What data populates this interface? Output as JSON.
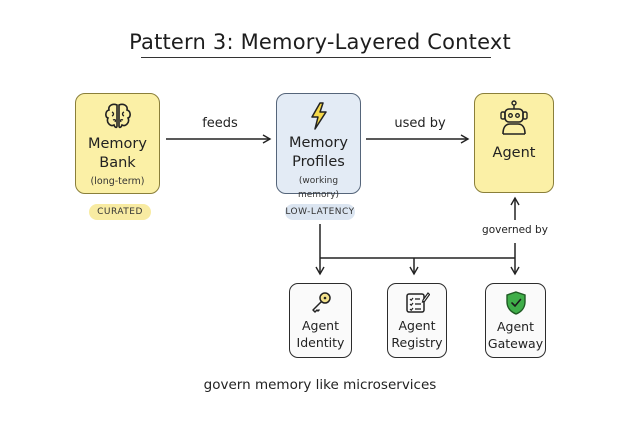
{
  "title": "Pattern 3: Memory-Layered Context",
  "nodes": {
    "memory_bank": {
      "label_line1": "Memory",
      "label_line2": "Bank",
      "sublabel": "(long-term)",
      "icon": "brain-icon",
      "badge": "CURATED"
    },
    "memory_profiles": {
      "label_line1": "Memory",
      "label_line2": "Profiles",
      "sublabel": "(working memory)",
      "icon": "lightning-icon",
      "badge": "LOW-LATENCY"
    },
    "agent": {
      "label": "Agent",
      "icon": "robot-icon"
    },
    "agent_identity": {
      "label_line1": "Agent",
      "label_line2": "Identity",
      "icon": "key-icon"
    },
    "agent_registry": {
      "label_line1": "Agent",
      "label_line2": "Registry",
      "icon": "checklist-icon"
    },
    "agent_gateway": {
      "label_line1": "Agent",
      "label_line2": "Gateway",
      "icon": "shield-check-icon"
    }
  },
  "edges": {
    "feeds": "feeds",
    "used_by": "used by",
    "governed_by": "governed by"
  },
  "footer": "govern memory like microservices",
  "colors": {
    "yellow_fill": "#fbf0a6",
    "blue_fill": "#e3ebf5",
    "shield_green": "#3fae49",
    "lightning_yellow": "#f6d94a"
  }
}
